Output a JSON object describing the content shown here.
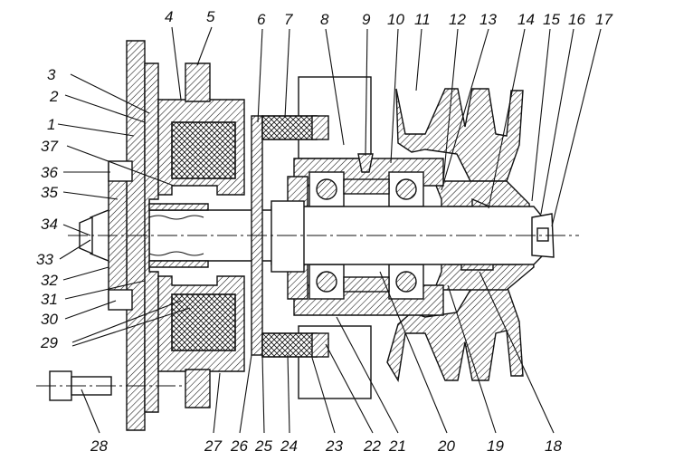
{
  "drawing": {
    "labels_top": [
      "4",
      "5",
      "6",
      "7",
      "8",
      "9",
      "10",
      "11",
      "12",
      "13",
      "14",
      "15",
      "16",
      "17"
    ],
    "labels_left": [
      "3",
      "2",
      "1",
      "37",
      "36",
      "35",
      "34",
      "33",
      "32",
      "31",
      "30",
      "29"
    ],
    "labels_bottom": [
      "28",
      "27",
      "26",
      "25",
      "24",
      "23",
      "22",
      "21",
      "20",
      "19",
      "18"
    ]
  }
}
